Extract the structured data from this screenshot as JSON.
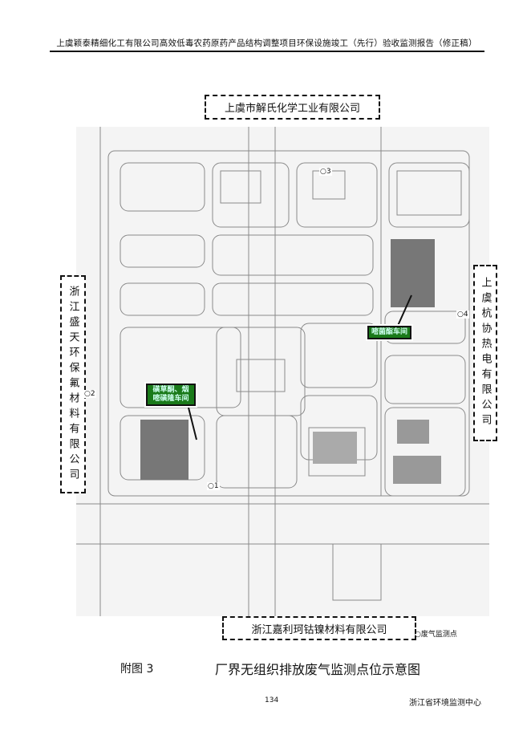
{
  "header": {
    "title": "上虞颖泰精细化工有限公司高效低毒农药原药产品结构调整项目环保设施竣工（先行）验收监测报告（修正稿）"
  },
  "neighbors": {
    "north": "上虞市解氏化学工业有限公司",
    "west": "浙江盛天环保氟材料有限公司",
    "east": "上虞杭协热电有限公司",
    "south": "浙江嘉利珂钴镍材料有限公司"
  },
  "workshops": [
    {
      "label": "嘧菌酯车间"
    },
    {
      "label": "磺草酮、烟嘧磺隆车间"
    }
  ],
  "monitoring_points": [
    "○1",
    "○2",
    "○3",
    "○4"
  ],
  "legend": {
    "label": "○废气监测点"
  },
  "caption": {
    "figure_no": "附图 3",
    "title": "厂界无组织排放废气监测点位示意图"
  },
  "footer": {
    "page": "134",
    "org": "浙江省环境监测中心"
  },
  "colors": {
    "workshop_label": "#1a7a1a",
    "plan_lines": "#888888"
  }
}
